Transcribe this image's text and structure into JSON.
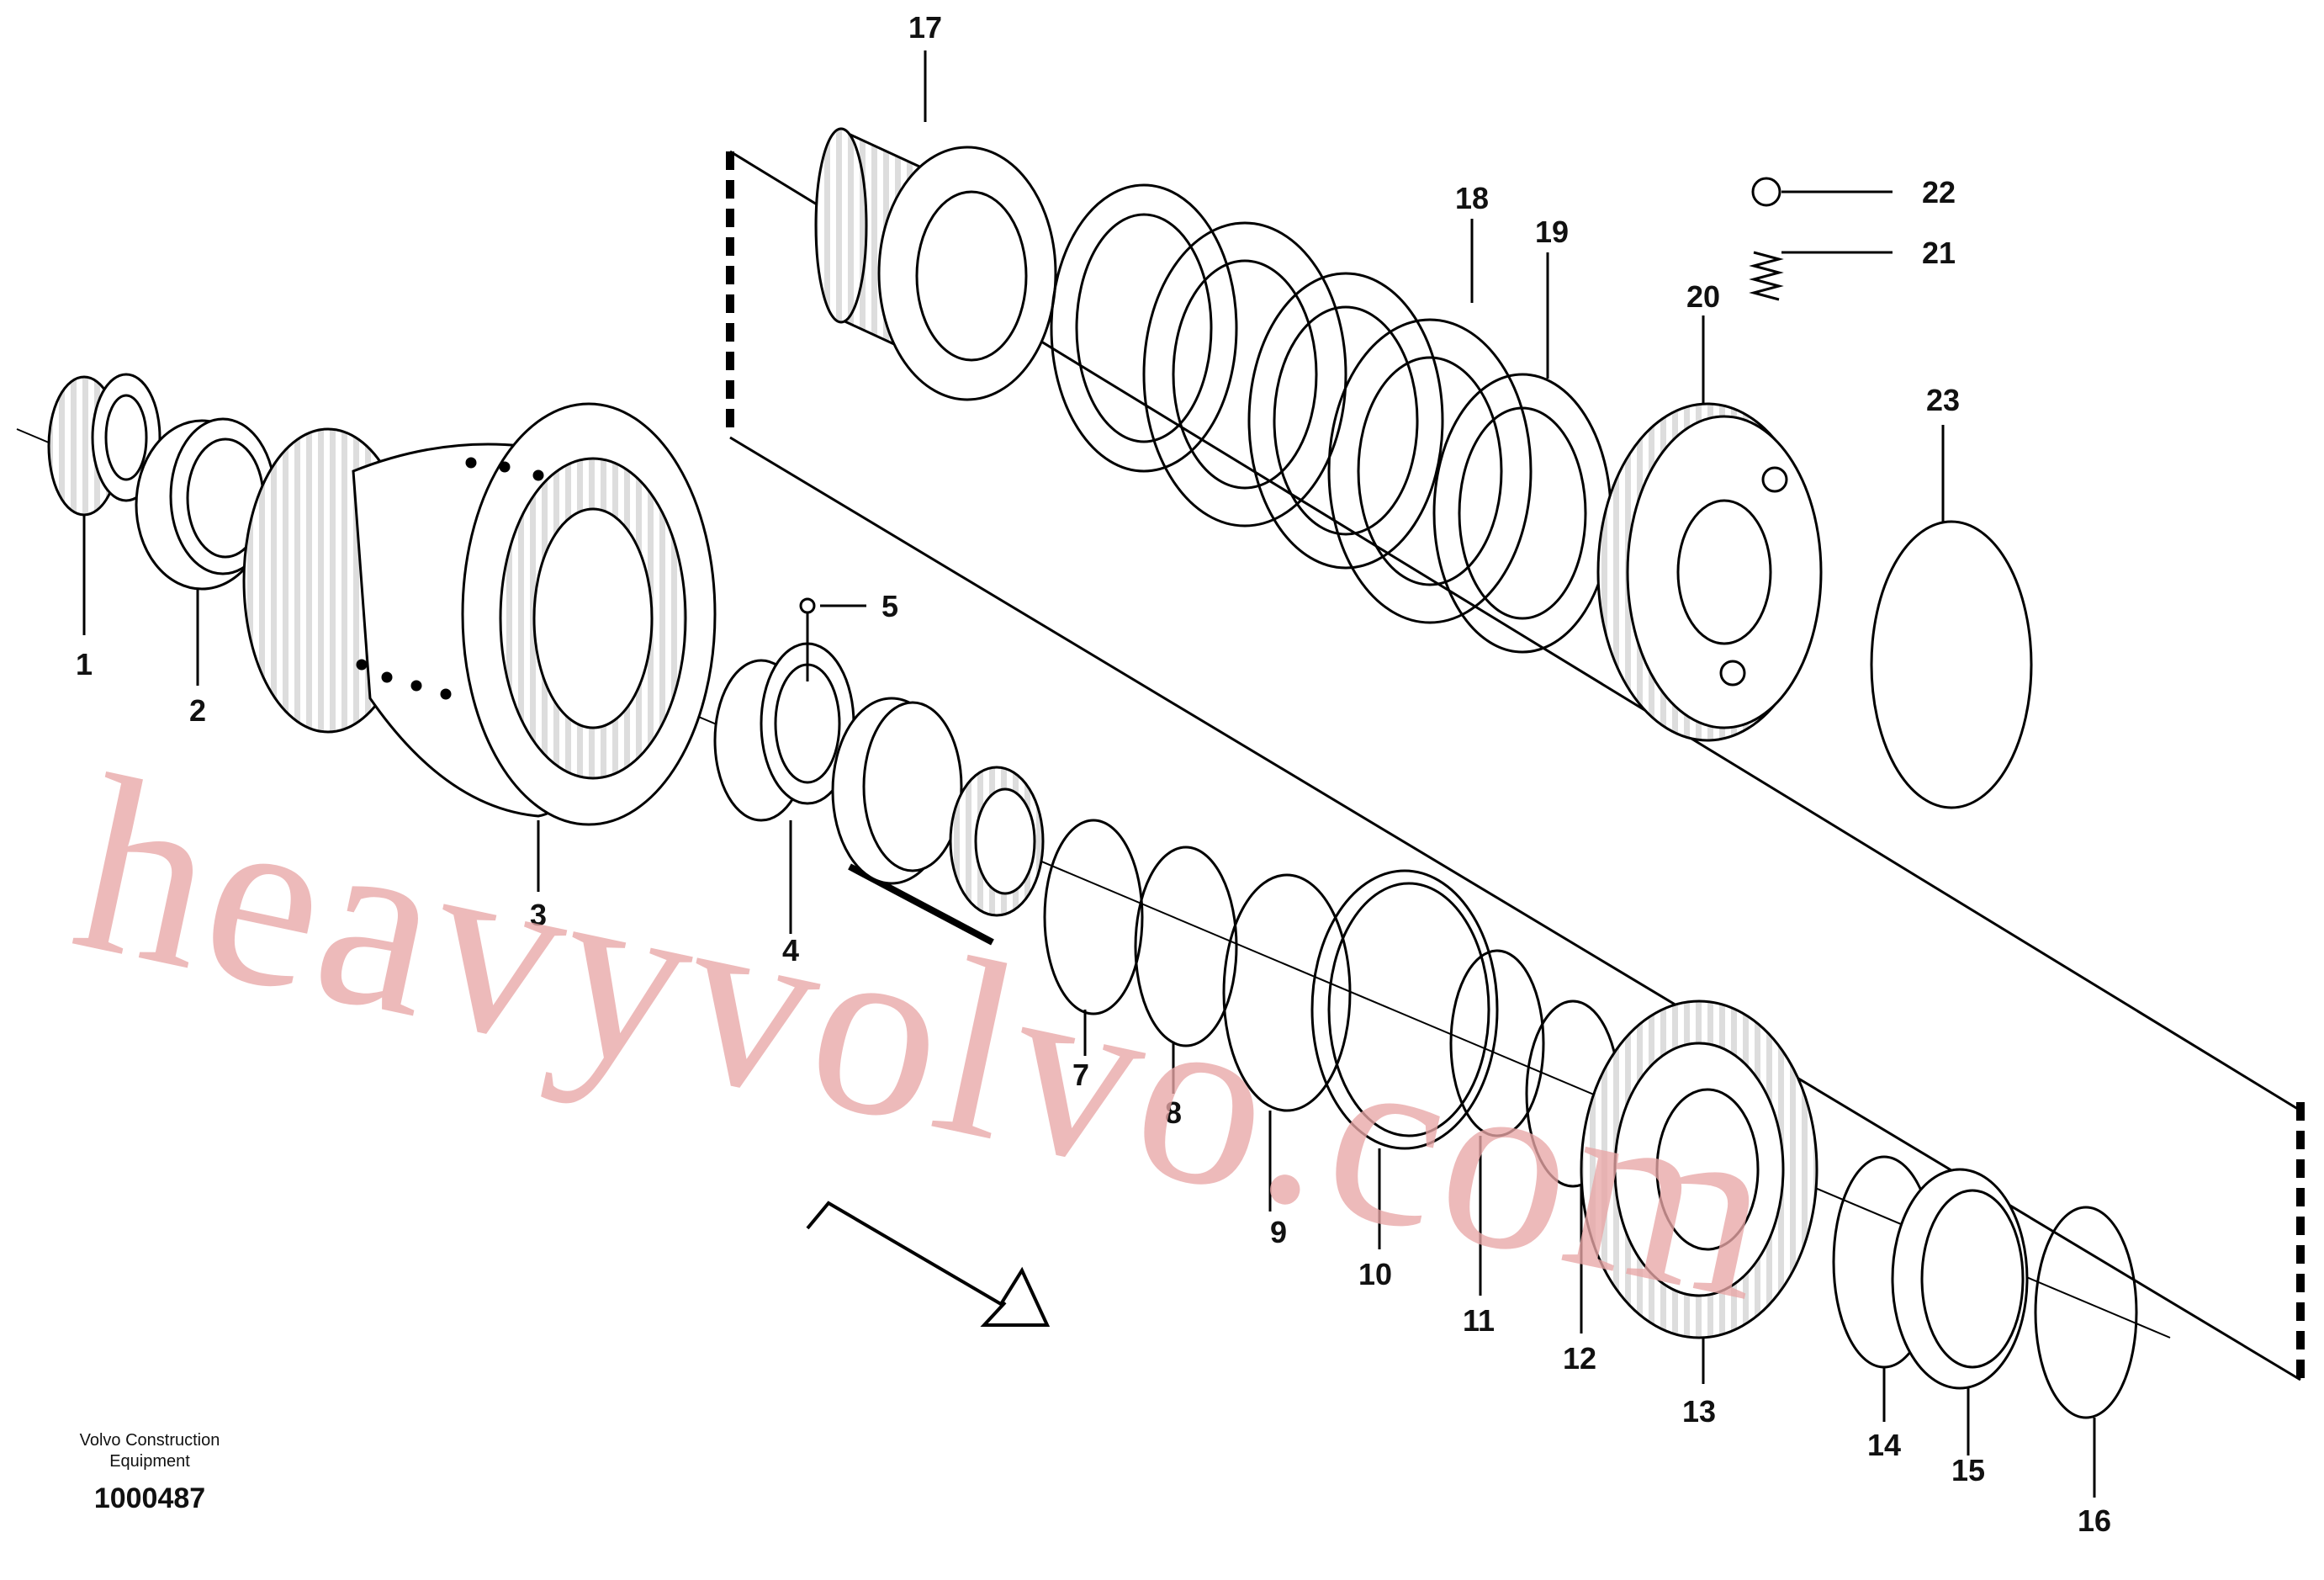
{
  "diagram": {
    "publisher_line1": "Volvo Construction",
    "publisher_line2": "Equipment",
    "figure_number": "1000487",
    "watermark": "heavyvolvo.com",
    "callouts": [
      "1",
      "2",
      "3",
      "4",
      "5",
      "7",
      "8",
      "9",
      "10",
      "11",
      "12",
      "13",
      "14",
      "15",
      "16",
      "17",
      "18",
      "19",
      "20",
      "21",
      "22",
      "23"
    ]
  }
}
